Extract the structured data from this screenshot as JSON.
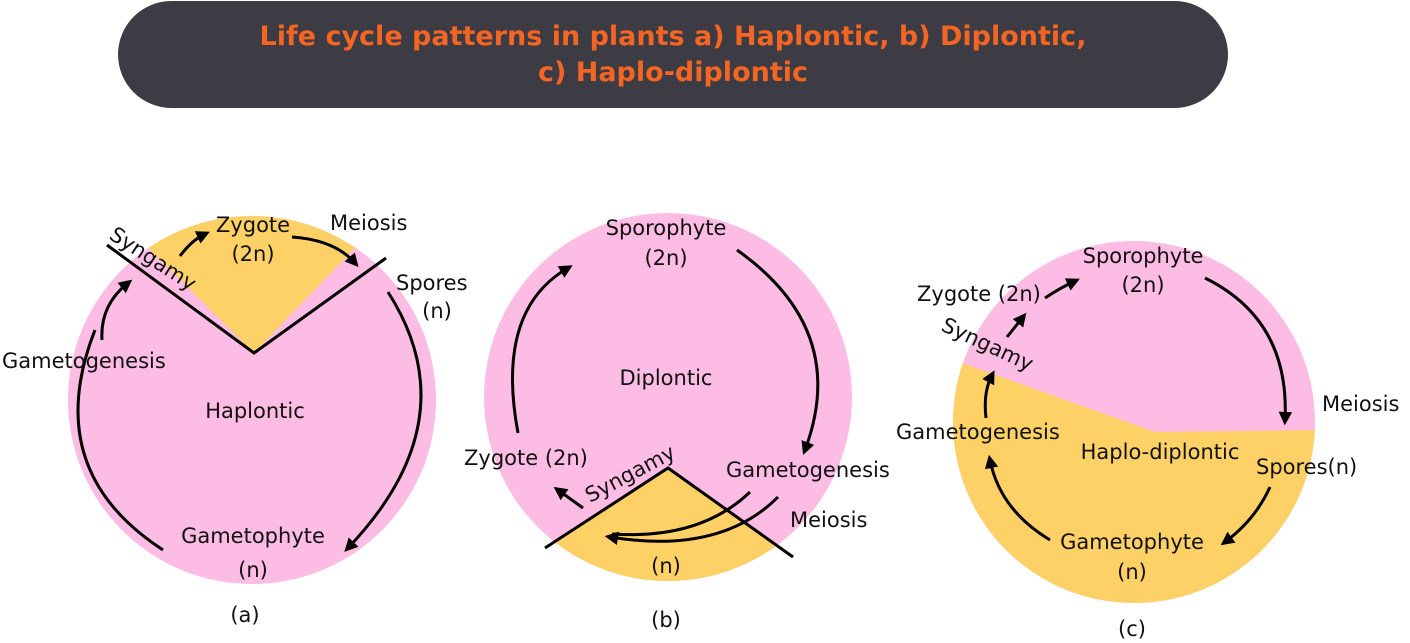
{
  "title": {
    "line1": "Life cycle patterns in plants a) Haplontic, b) Diplontic,",
    "line2": "c) Haplo-diplontic"
  },
  "colors": {
    "banner": "#3d3b43",
    "title": "#f26522",
    "diploid": "#fdbce3",
    "haploid": "#fdd166"
  },
  "a": {
    "syngamy": "Syngamy",
    "zygote": "Zygote",
    "zygote_ploidy": "(2n)",
    "meiosis": "Meiosis",
    "spores": "Spores",
    "spores_ploidy": "(n)",
    "gametogenesis": "Gametogenesis",
    "center": "Haplontic",
    "gametophyte": "Gametophyte",
    "gametophyte_ploidy": "(n)",
    "caption": "(a)"
  },
  "b": {
    "sporophyte": "Sporophyte",
    "sporophyte_ploidy": "(2n)",
    "center": "Diplontic",
    "zygote": "Zygote (2n)",
    "syngamy": "Syngamy",
    "gametogenesis": "Gametogenesis",
    "meiosis": "Meiosis",
    "haploid": "(n)",
    "caption": "(b)"
  },
  "c": {
    "sporophyte": "Sporophyte",
    "sporophyte_ploidy": "(2n)",
    "zygote": "Zygote (2n)",
    "syngamy": "Syngamy",
    "meiosis": "Meiosis",
    "gametogenesis": "Gametogenesis",
    "center": "Haplo-diplontic",
    "spores": "Spores(n)",
    "gametophyte": "Gametophyte",
    "gametophyte_ploidy": "(n)",
    "caption": "(c)"
  }
}
